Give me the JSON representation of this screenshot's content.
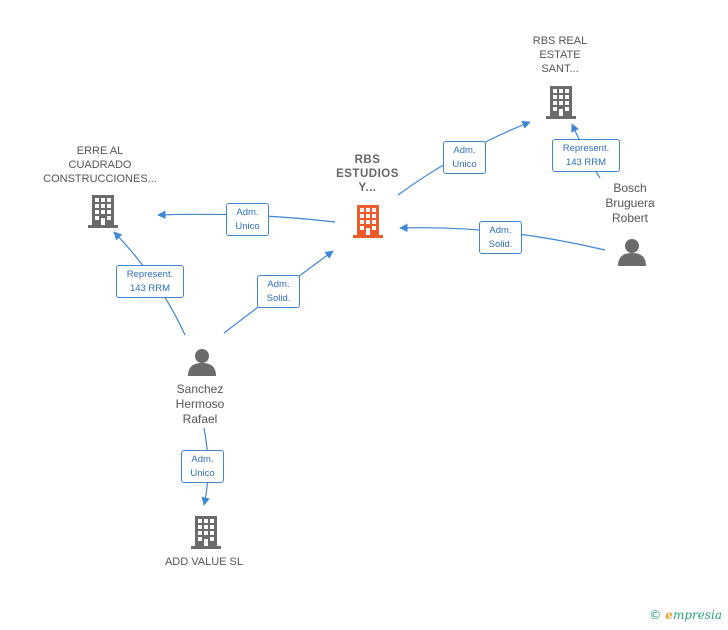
{
  "nodes": {
    "rbs_real": {
      "label_lines": [
        "RBS REAL",
        "ESTATE",
        "SANT..."
      ]
    },
    "erre": {
      "label_lines": [
        "ERRE AL",
        "CUADRADO",
        "CONSTRUCCIONES..."
      ]
    },
    "rbs_estudios": {
      "label_lines": [
        "RBS",
        "ESTUDIOS",
        "Y..."
      ]
    },
    "bosch": {
      "label_lines": [
        "Bosch",
        "Bruguera",
        "Robert"
      ]
    },
    "sanchez": {
      "label_lines": [
        "Sanchez",
        "Hermoso",
        "Rafael"
      ]
    },
    "add_value": {
      "label_lines": [
        "ADD VALUE SL"
      ]
    }
  },
  "edges": {
    "e1": {
      "line1": "Adm.",
      "line2": "Unico"
    },
    "e2": {
      "line1": "Represent.",
      "line2": "143 RRM"
    },
    "e3": {
      "line1": "Adm.",
      "line2": "Unico"
    },
    "e4": {
      "line1": "Adm.",
      "line2": "Solid."
    },
    "e5": {
      "line1": "Represent.",
      "line2": "143 RRM"
    },
    "e6": {
      "line1": "Adm.",
      "line2": "Solid."
    },
    "e7": {
      "line1": "Adm.",
      "line2": "Unico"
    }
  },
  "footer": {
    "copyright": "©",
    "brand_e": "e",
    "brand_rest": "mpresia"
  },
  "colors": {
    "building": "#6b6b6b",
    "building_main": "#f05a28",
    "person": "#6b6b6b",
    "edge": "#3f86d4"
  }
}
